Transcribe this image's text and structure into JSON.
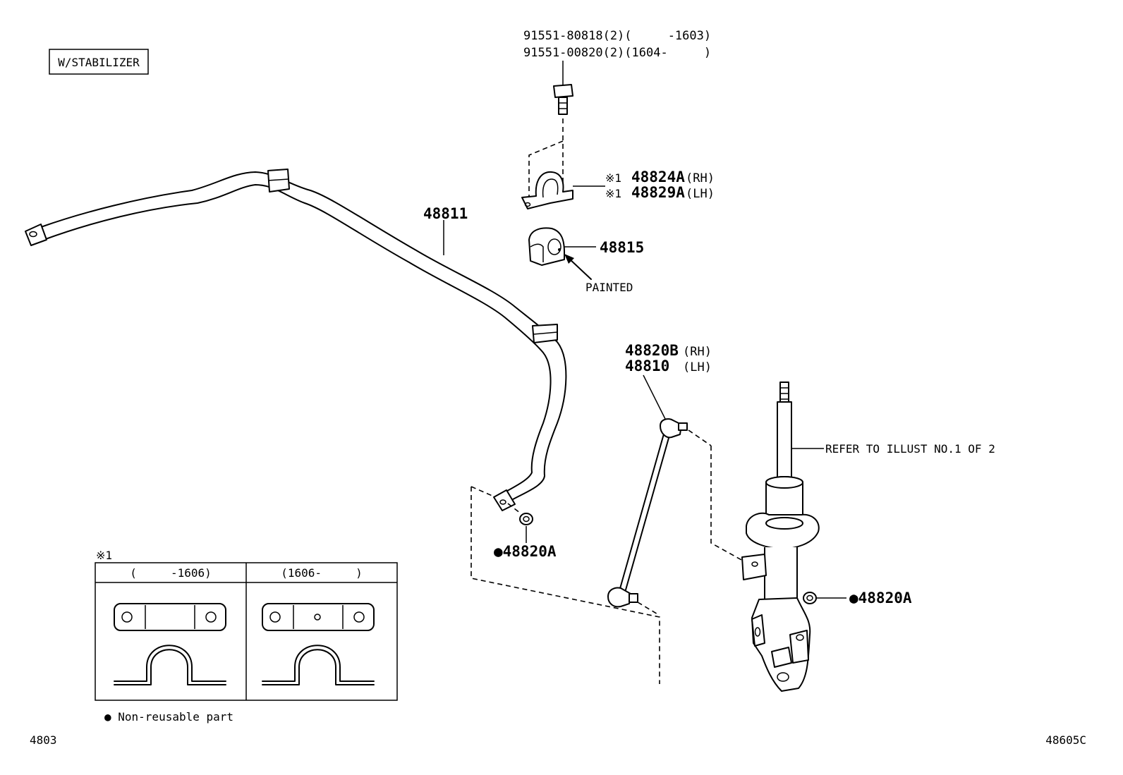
{
  "header": {
    "variant_box": "W/STABILIZER"
  },
  "parts": {
    "bolt_line1": "91551-80818(2)(     -1603)",
    "bolt_line2": "91551-00820(2)(1604-     )",
    "bracket_mark1": "※1",
    "bracket_rh": "48824A",
    "bracket_rh_side": "(RH)",
    "bracket_mark2": "※1",
    "bracket_lh": "48829A",
    "bracket_lh_side": "(LH)",
    "stabilizer_bar": "48811",
    "bushing": "48815",
    "painted": "PAINTED",
    "link_rh": "48820B",
    "link_rh_side": "(RH)",
    "link_lh": "48810",
    "link_lh_side": "(LH)",
    "strut_ref": "REFER TO ILLUST NO.1 OF 2",
    "nut_left": "●48820A",
    "nut_right": "●48820A"
  },
  "inset": {
    "mark": "※1",
    "left_header": "(     -1606)",
    "right_header": "(1606-     )"
  },
  "legend": {
    "text": "● Non-reusable part"
  },
  "footer": {
    "left_code": "4803",
    "right_code": "48605C"
  }
}
